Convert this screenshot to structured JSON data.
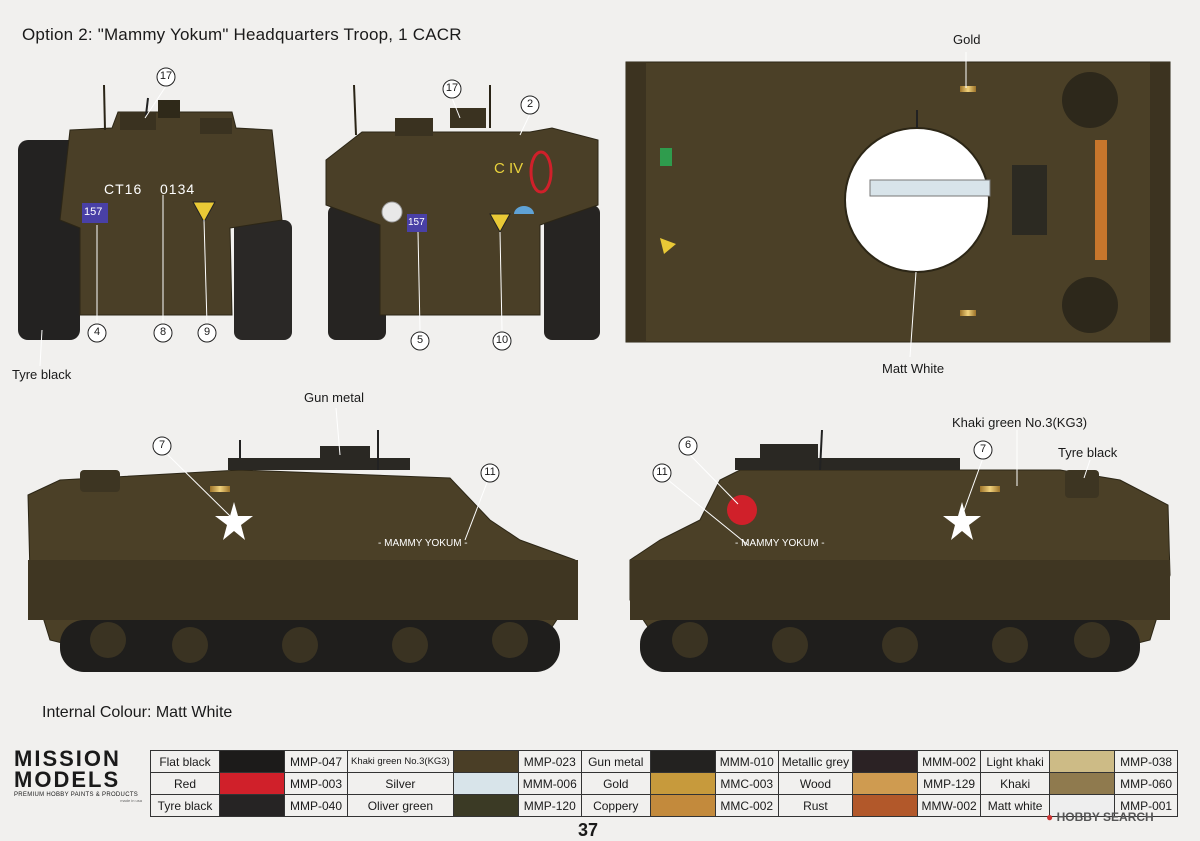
{
  "page": {
    "title": "Option 2: \"Mammy Yokum\" Headquarters Troop, 1 CACR",
    "internal_colour": "Internal Colour: Matt White",
    "page_number": "37",
    "watermark": "HOBBY SEARCH"
  },
  "callouts": {
    "n17a": "17",
    "n17b": "17",
    "n2": "2",
    "n4": "4",
    "n8": "8",
    "n9": "9",
    "n5": "5",
    "n10": "10",
    "n7a": "7",
    "n11a": "11",
    "n6": "6",
    "n11b": "11",
    "n7b": "7"
  },
  "labels": {
    "tyre_black_1": "Tyre black",
    "gold": "Gold",
    "matt_white": "Matt White",
    "gun_metal": "Gun metal",
    "khaki_green": "Khaki green No.3(KG3)",
    "tyre_black_2": "Tyre black"
  },
  "markings": {
    "serial_a": "CT16",
    "serial_b": "0134",
    "unit_157": "157",
    "civ": "C IV",
    "name_left": "- MAMMY YOKUM -",
    "name_right": "- MAMMY YOKUM -"
  },
  "brand": {
    "line1": "MISSION",
    "line2": "MODELS",
    "tagline": "PREMIUM HOBBY PAINTS & PRODUCTS",
    "small": "made in usa"
  },
  "paint_table": [
    [
      {
        "name": "Flat black",
        "color": "#1c1b1a",
        "code": "MMP-047"
      },
      {
        "name": "Khaki green No.3(KG3)",
        "color": "#4a3e26",
        "code": "MMP-023"
      },
      {
        "name": "Gun metal",
        "color": "#232220",
        "code": "MMM-010"
      },
      {
        "name": "Metallic grey",
        "color": "#2b2224",
        "code": "MMM-002"
      },
      {
        "name": "Light khaki",
        "color": "#cdbb86",
        "code": "MMP-038"
      }
    ],
    [
      {
        "name": "Red",
        "color": "#d0202a",
        "code": "MMP-003"
      },
      {
        "name": "Silver",
        "color": "#d8e4ea",
        "code": "MMM-006"
      },
      {
        "name": "Gold",
        "color": "#c79a3c",
        "code": "MMC-003"
      },
      {
        "name": "Wood",
        "color": "#cf9b50",
        "code": "MMP-129"
      },
      {
        "name": "Khaki",
        "color": "#8f7a4e",
        "code": "MMP-060"
      }
    ],
    [
      {
        "name": "Tyre black",
        "color": "#262424",
        "code": "MMP-040"
      },
      {
        "name": "Oliver green",
        "color": "#3b3a25",
        "code": "MMP-120"
      },
      {
        "name": "Coppery",
        "color": "#c38a3c",
        "code": "MMC-002"
      },
      {
        "name": "Rust",
        "color": "#b2582a",
        "code": "MMW-002"
      },
      {
        "name": "Matt white",
        "color": "#eeeeee",
        "code": "MMP-001"
      }
    ]
  ]
}
